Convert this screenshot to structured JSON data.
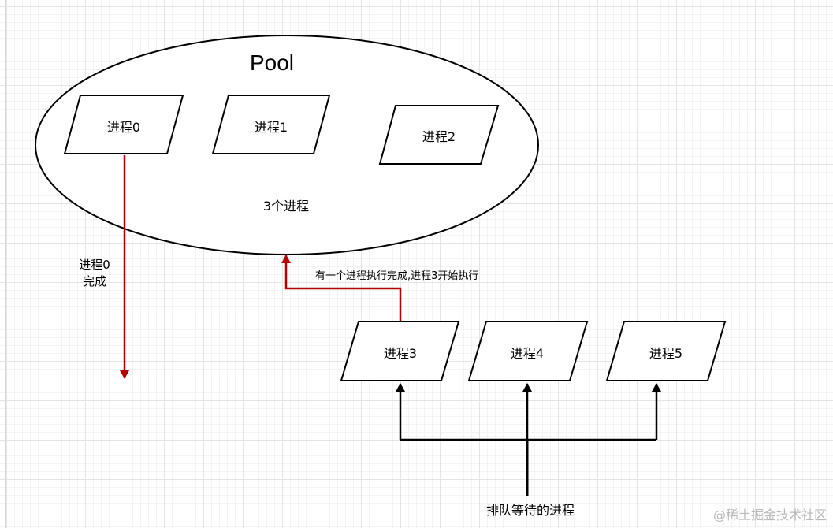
{
  "pool": {
    "title": "Pool",
    "capacity_label": "3个进程",
    "processes": [
      "进程0",
      "进程1",
      "进程2"
    ]
  },
  "queue": {
    "processes": [
      "进程3",
      "进程4",
      "进程5"
    ],
    "label": "排队等待的进程"
  },
  "annotations": {
    "done": "进程0\n完成",
    "handoff": "有一个进程执行完成,进程3开始执行"
  },
  "colors": {
    "red_arrow": "#b30000",
    "black": "#000000"
  },
  "watermark": "@稀土掘金技术社区"
}
